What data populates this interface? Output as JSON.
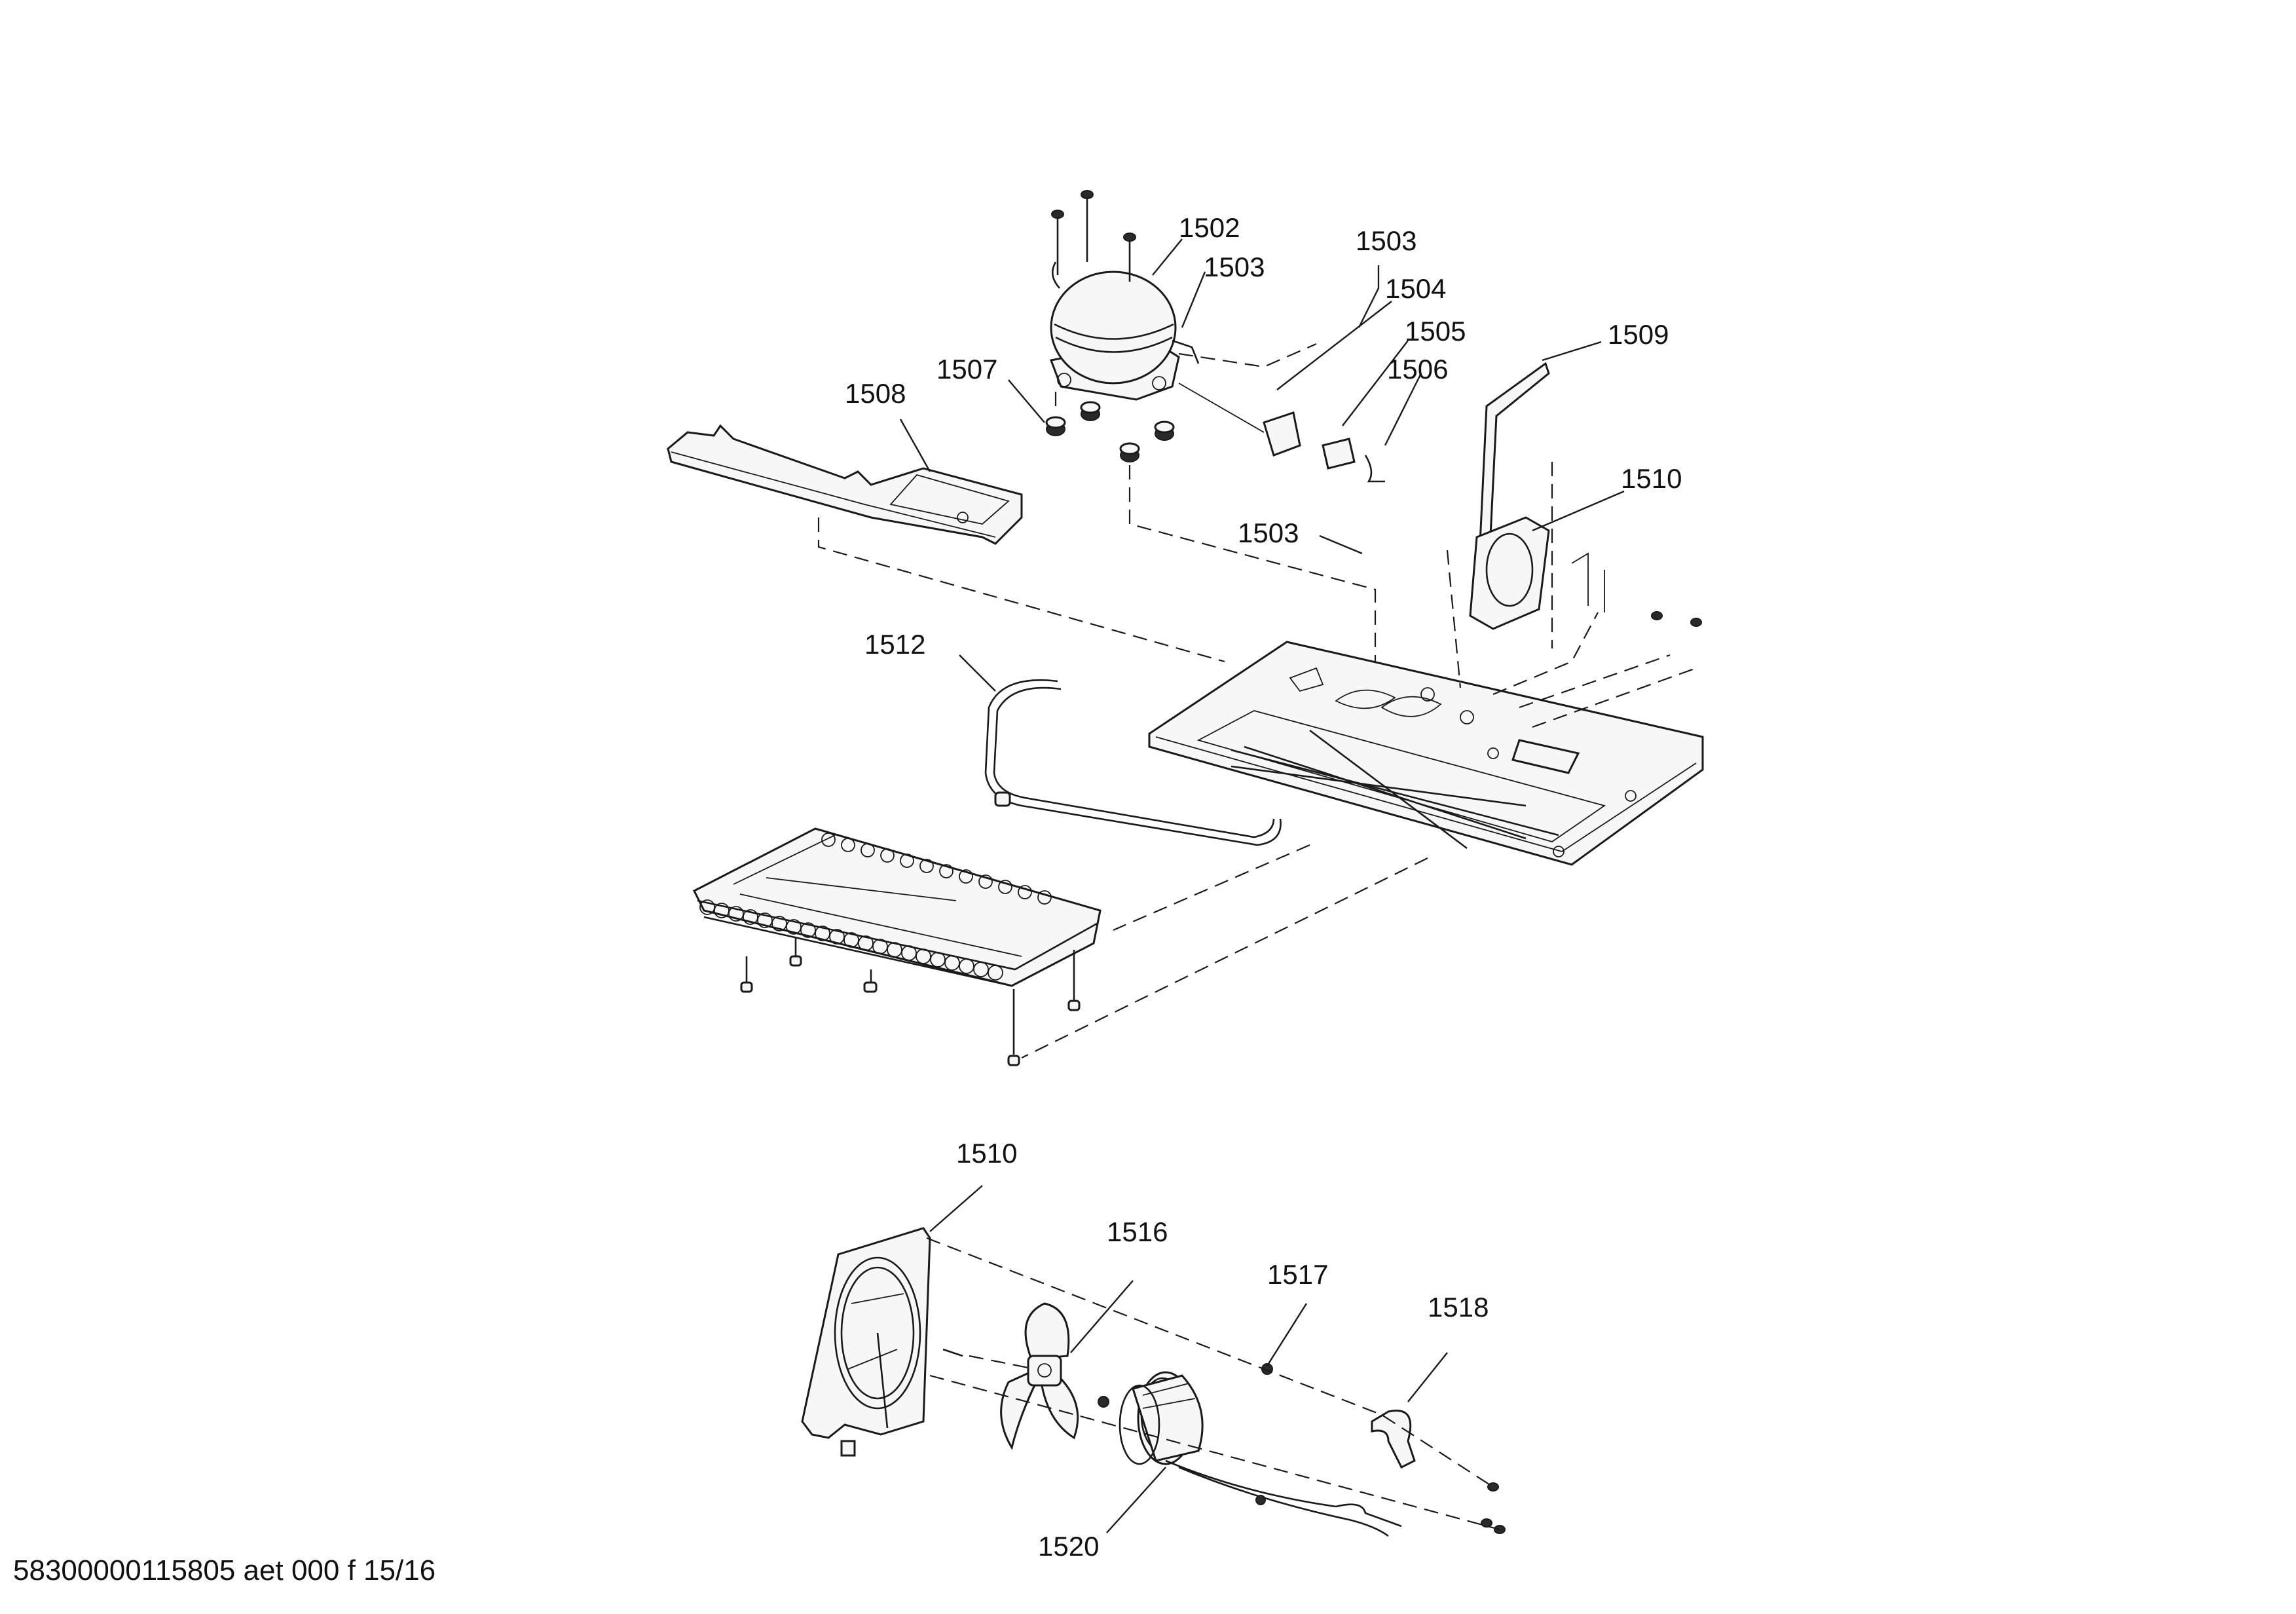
{
  "callouts": {
    "c1502": "1502",
    "c1503_a": "1503",
    "c1503_b": "1503",
    "c1503_c": "1503",
    "c1504": "1504",
    "c1505": "1505",
    "c1506": "1506",
    "c1507": "1507",
    "c1508": "1508",
    "c1509": "1509",
    "c1510_a": "1510",
    "c1510_b": "1510",
    "c1512": "1512",
    "c1516": "1516",
    "c1517": "1517",
    "c1518": "1518",
    "c1520": "1520"
  },
  "footer": {
    "doc_code": "58300000115805 aet 000 f 15/16"
  }
}
